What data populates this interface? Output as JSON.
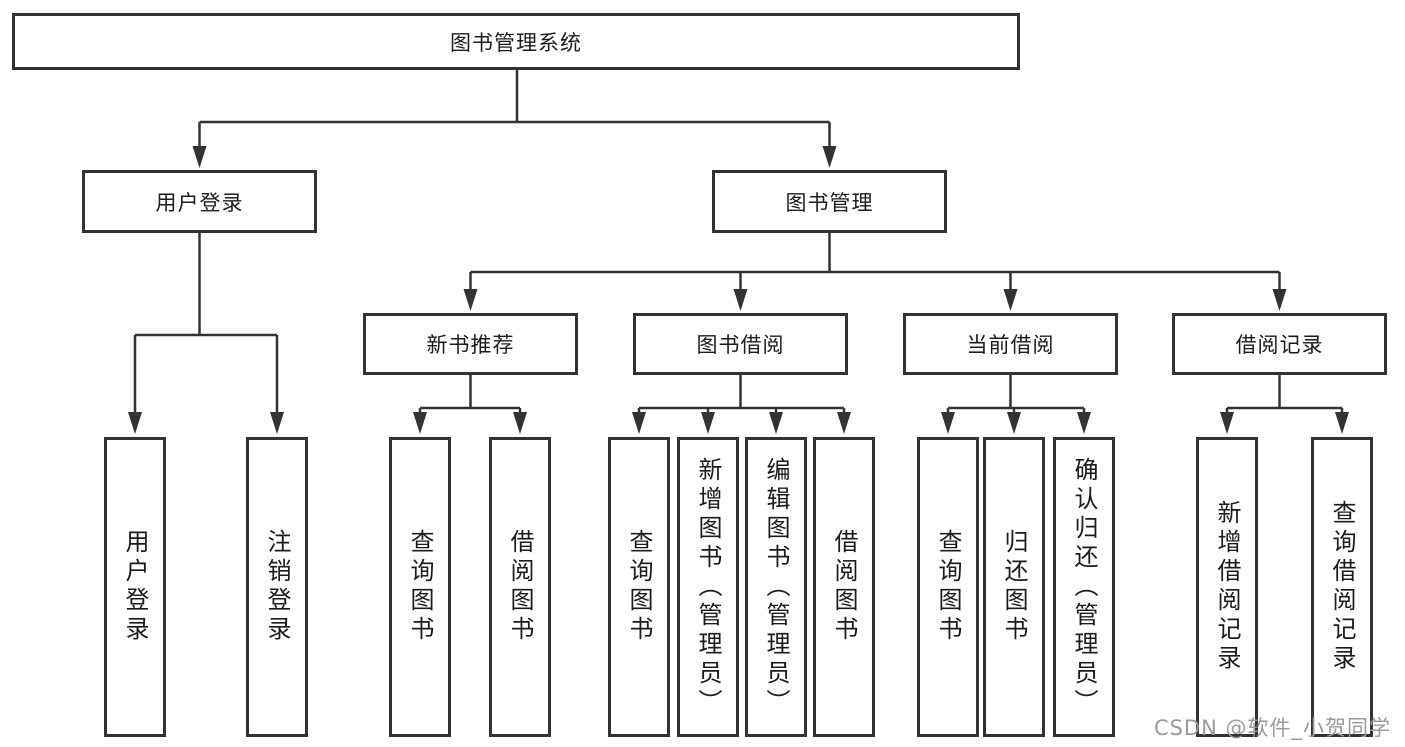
{
  "diagram": {
    "root": "图书管理系统",
    "user_login": {
      "label": "用户登录",
      "children": [
        "用户登录",
        "注销登录"
      ]
    },
    "book_mgmt": {
      "label": "图书管理",
      "sections": [
        {
          "label": "新书推荐",
          "children": [
            "查询图书",
            "借阅图书"
          ]
        },
        {
          "label": "图书借阅",
          "children": [
            "查询图书",
            "新增图书（管理员）",
            "编辑图书（管理员）",
            "借阅图书"
          ]
        },
        {
          "label": "当前借阅",
          "children": [
            "查询图书",
            "归还图书",
            "确认归还（管理员）"
          ]
        },
        {
          "label": "借阅记录",
          "children": [
            "新增借阅记录",
            "查询借阅记录"
          ]
        }
      ]
    }
  },
  "watermark": "CSDN @软件_小贺同学",
  "colors": {
    "line": "#333333",
    "box_background": "#ffffff",
    "watermark_text": "#9b9b9b"
  }
}
